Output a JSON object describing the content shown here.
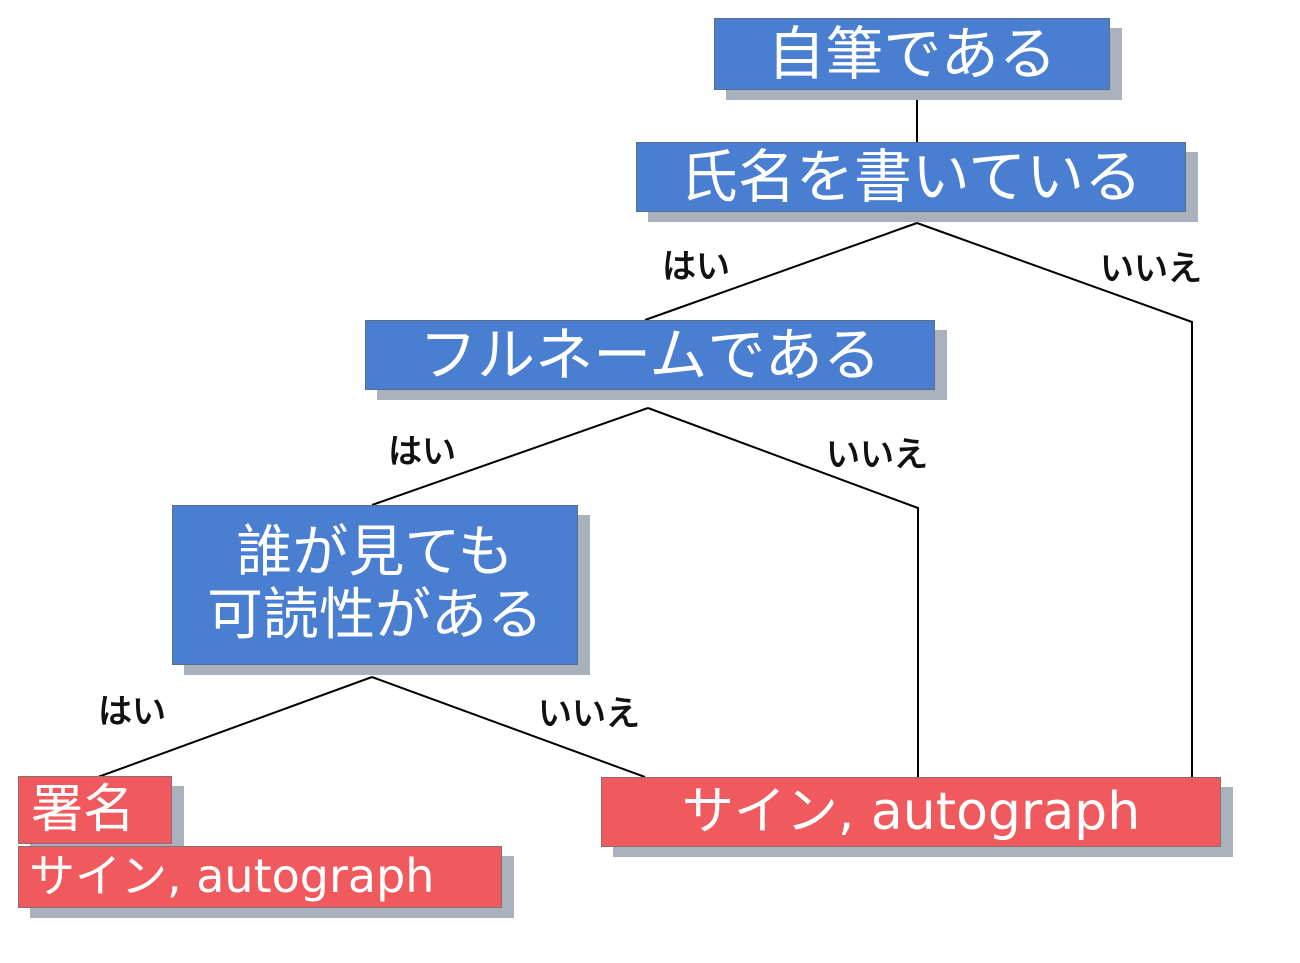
{
  "colors": {
    "question": "#4a7ed0",
    "result": "#f05a5e",
    "shadow": "#a9b1bc",
    "line": "#000000"
  },
  "nodes": {
    "q1": "自筆である",
    "q2": "氏名を書いている",
    "q3": "フルネームである",
    "q4_line1": "誰が見ても",
    "q4_line2": "可読性がある",
    "r1_line1": "署名",
    "r1_line2": "サイン, autograph",
    "r2": "サイン, autograph"
  },
  "labels": {
    "yes": "はい",
    "no": "いいえ"
  }
}
